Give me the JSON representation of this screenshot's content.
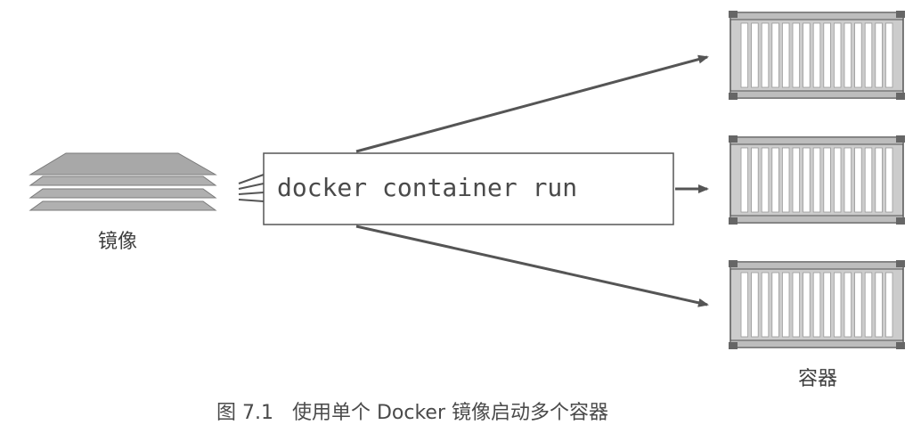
{
  "figure": {
    "image_label": "镜像",
    "command": "docker container run",
    "containers_label": "容器",
    "caption": "图 7.1   使用单个 Docker 镜像启动多个容器"
  },
  "containers": [
    {
      "id": "container-1"
    },
    {
      "id": "container-2"
    },
    {
      "id": "container-3"
    }
  ],
  "colors": {
    "stroke": "#555555",
    "container_fill": "#cccccc",
    "container_bar": "#ffffff",
    "layer_fill": "#a8a8a8"
  }
}
